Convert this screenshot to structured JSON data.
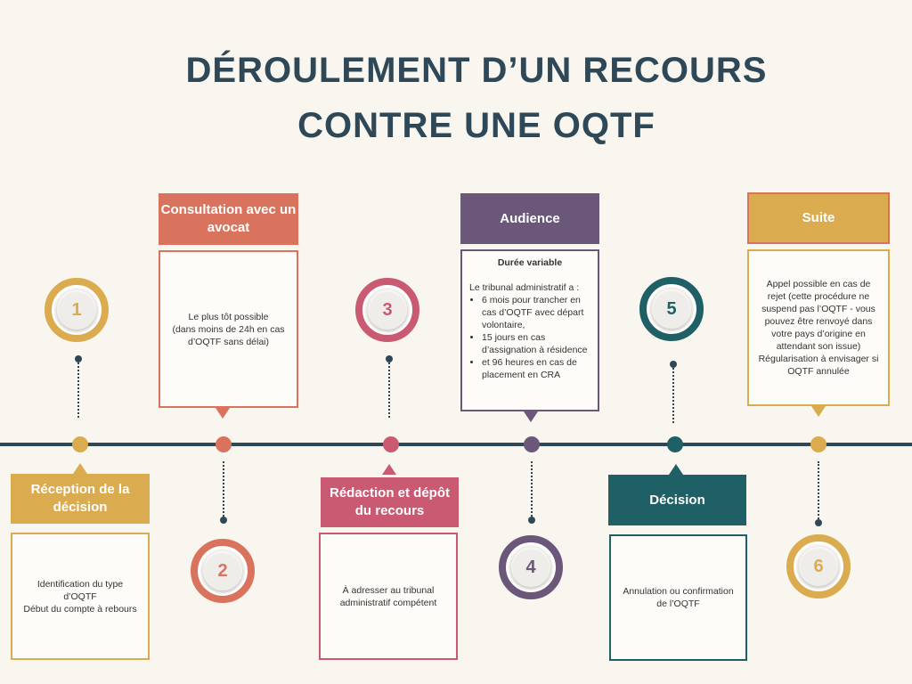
{
  "title": {
    "line1": "DÉROULEMENT D’UN RECOURS",
    "line2": "CONTRE UNE OQTF"
  },
  "colors": {
    "gold": "#dbab4f",
    "coral": "#d9735e",
    "rose": "#c95a71",
    "purple": "#6a577a",
    "teal": "#1f5f66",
    "navy": "#2f4858"
  },
  "steps": [
    {
      "number": "1",
      "heading": "Réception de la décision",
      "text": [
        "Identification du type d’OQTF",
        "Début du compte à rebours"
      ]
    },
    {
      "number": "2",
      "heading": "Consultation avec un avocat",
      "text": [
        "Le plus  tôt possible",
        "(dans moins de 24h en cas d’OQTF sans délai)"
      ]
    },
    {
      "number": "3",
      "heading": "Rédaction et dépôt du recours",
      "text": [
        "À adresser au tribunal administratif compétent"
      ]
    },
    {
      "number": "4",
      "heading": "Audience",
      "subheading": "Durée variable",
      "intro": "Le tribunal administratif a :",
      "bullets": [
        "6 mois pour trancher en cas d’OQTF avec départ volontaire,",
        "15 jours en cas d’assignation à résidence",
        "et 96 heures en cas de placement en CRA"
      ]
    },
    {
      "number": "5",
      "heading": "Décision",
      "text": [
        "Annulation ou confirmation de l’OQTF"
      ]
    },
    {
      "number": "6",
      "heading": "Suite",
      "text": [
        "Appel possible en cas de rejet (cette procédure ne suspend pas l’OQTF - vous pouvez être renvoyé dans votre pays d’origine en attendant son issue)",
        "Régularisation à envisager si OQTF annulée"
      ]
    }
  ]
}
